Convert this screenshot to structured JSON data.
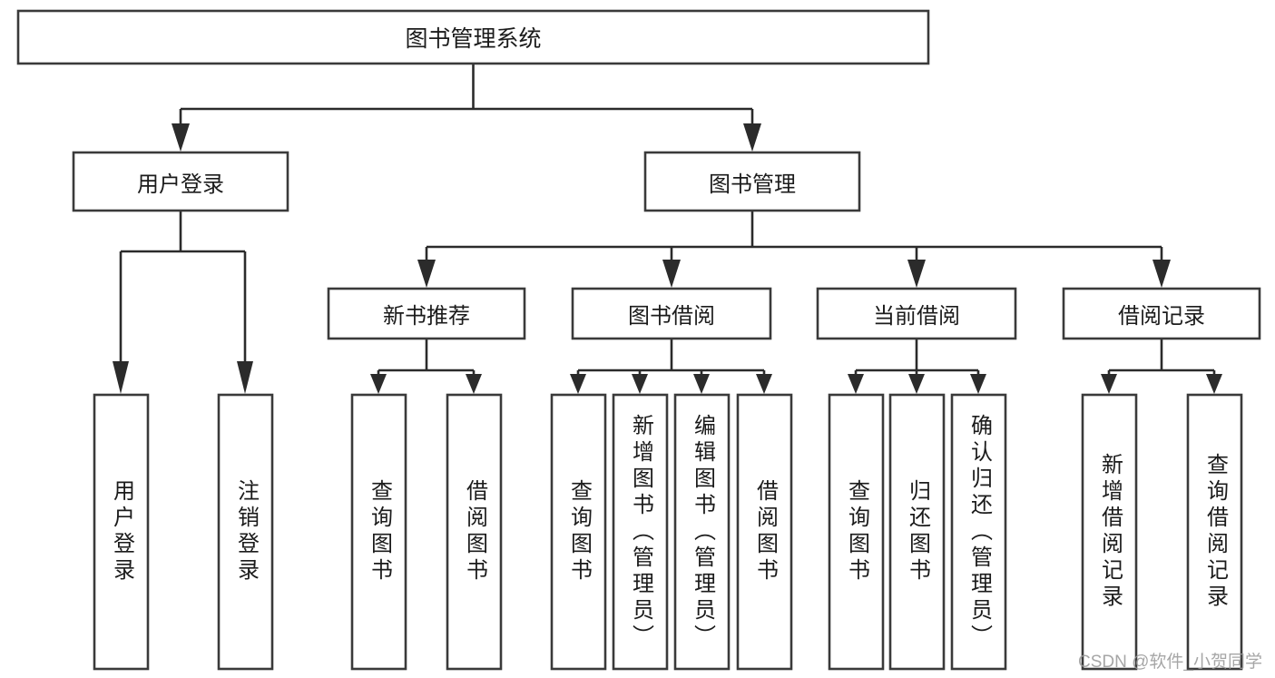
{
  "diagram": {
    "type": "tree-hierarchy",
    "title": "图书管理系统",
    "orientation": "top-down",
    "watermark": "CSDN @软件_小贺同学",
    "colors": {
      "box_stroke": "#3a3a3a",
      "box_fill": "#ffffff",
      "connector": "#2b2b2b",
      "text": "#1b1b1b",
      "watermark": "#9a9a9a",
      "background": "#ffffff"
    },
    "levels": {
      "root": {
        "label": "图书管理系统"
      },
      "level2": [
        {
          "id": "user-login",
          "label": "用户登录"
        },
        {
          "id": "book-manage",
          "label": "图书管理"
        }
      ],
      "level3": [
        {
          "id": "new-book-recommend",
          "label": "新书推荐",
          "parent": "book-manage"
        },
        {
          "id": "book-borrow",
          "label": "图书借阅",
          "parent": "book-manage"
        },
        {
          "id": "current-borrow",
          "label": "当前借阅",
          "parent": "book-manage"
        },
        {
          "id": "borrow-record",
          "label": "借阅记录",
          "parent": "book-manage"
        }
      ],
      "leaves": {
        "user-login": [
          {
            "id": "leaf-user-login",
            "label": "用户登录"
          },
          {
            "id": "leaf-logout",
            "label": "注销登录"
          }
        ],
        "new-book-recommend": [
          {
            "id": "leaf-query-book-1",
            "label": "查询图书"
          },
          {
            "id": "leaf-borrow-book-1",
            "label": "借阅图书"
          }
        ],
        "book-borrow": [
          {
            "id": "leaf-query-book-2",
            "label": "查询图书"
          },
          {
            "id": "leaf-add-book",
            "label": "新增图书（管理员）"
          },
          {
            "id": "leaf-edit-book",
            "label": "编辑图书（管理员）"
          },
          {
            "id": "leaf-borrow-book-2",
            "label": "借阅图书"
          }
        ],
        "current-borrow": [
          {
            "id": "leaf-query-book-3",
            "label": "查询图书"
          },
          {
            "id": "leaf-return-book",
            "label": "归还图书"
          },
          {
            "id": "leaf-confirm-return",
            "label": "确认归还（管理员）"
          }
        ],
        "borrow-record": [
          {
            "id": "leaf-add-record",
            "label": "新增借阅记录"
          },
          {
            "id": "leaf-query-record",
            "label": "查询借阅记录"
          }
        ]
      }
    }
  }
}
